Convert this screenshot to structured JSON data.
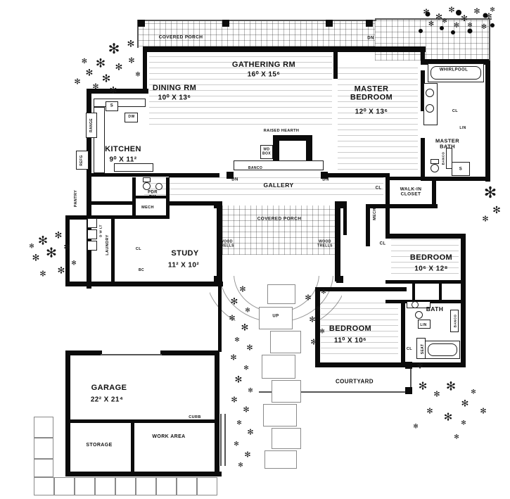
{
  "plan": {
    "rooms": {
      "covered_porch_top": {
        "name": "COVERED PORCH"
      },
      "gathering_rm": {
        "name": "GATHERING RM",
        "dims": "16⁰ X 15⁶"
      },
      "dining_rm": {
        "name": "DINING RM",
        "dims": "10⁰ X 13⁶"
      },
      "master_bedroom": {
        "name": "MASTER BEDROOM",
        "dims": "12⁰ X 13⁶"
      },
      "master_bath": {
        "name": "MASTER BATH"
      },
      "whirlpool": {
        "name": "WHIRLPOOL"
      },
      "kitchen": {
        "name": "KITCHEN",
        "dims": "9⁰ X 11²"
      },
      "gallery": {
        "name": "GALLERY"
      },
      "covered_porch_mid": {
        "name": "COVERED PORCH"
      },
      "study": {
        "name": "STUDY",
        "dims": "11² X 10²"
      },
      "bedroom_right": {
        "name": "BEDROOM",
        "dims": "10⁶ X 12⁸"
      },
      "bedroom_lower": {
        "name": "BEDROOM",
        "dims": "11⁰ X 10⁶"
      },
      "bath": {
        "name": "BATH"
      },
      "walk_in_closet": {
        "name": "WALK-IN CLOSET"
      },
      "pdr_rm": {
        "name": "PDR RM"
      },
      "pantry": {
        "name": "PANTRY"
      },
      "laundry": {
        "name": "LAUNDRY"
      },
      "courtyard": {
        "name": "COURTYARD"
      },
      "garage": {
        "name": "GARAGE",
        "dims": "22² X 21⁴"
      },
      "storage": {
        "name": "STORAGE"
      },
      "work_area": {
        "name": "WORK AREA"
      }
    },
    "annotations": {
      "raised_hearth": "RAISED HEARTH",
      "wd_box": "WD BOX",
      "banco": "BANCO",
      "wood_trells": "WOOD TRELLS",
      "niche": "NICHE",
      "mech": "MECH",
      "cl": "CL",
      "lin": "LIN",
      "seat": "SEAT",
      "curb": "CURB",
      "up": "UP",
      "dn": "DN",
      "bc": "BC",
      "dw": "DW",
      "s": "S",
      "refg": "REFG",
      "range": "RANGE",
      "d_w_lt": "D W LT"
    }
  }
}
